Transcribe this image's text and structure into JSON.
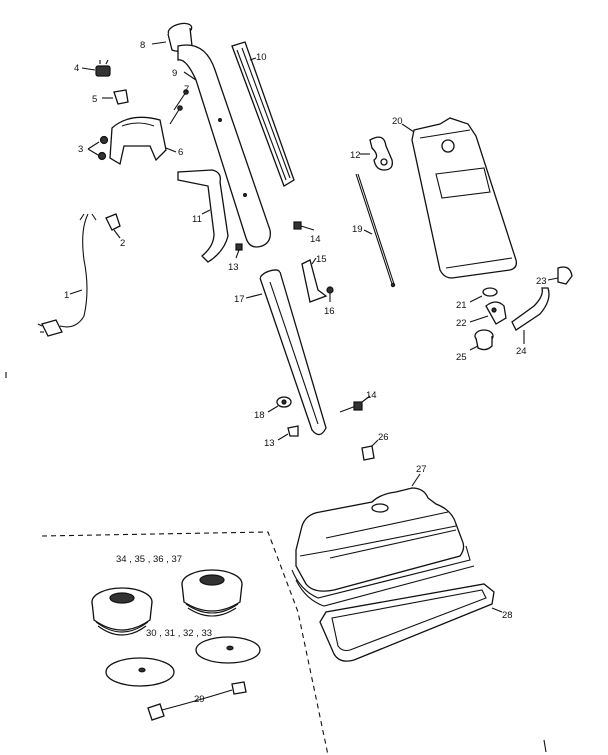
{
  "labels": {
    "p1": "1",
    "p2": "2",
    "p3": "3",
    "p4": "4",
    "p5": "5",
    "p6": "6",
    "p7": "7",
    "p8": "8",
    "p9": "9",
    "p10": "10",
    "p11": "11",
    "p12": "12",
    "p13a": "13",
    "p13b": "13",
    "p14a": "14",
    "p14b": "14",
    "p15": "15",
    "p16": "16",
    "p17": "17",
    "p18": "18",
    "p19": "19",
    "p20": "20",
    "p21": "21",
    "p22": "22",
    "p23": "23",
    "p24": "24",
    "p25": "25",
    "p26": "26",
    "p27": "27",
    "p28": "28",
    "p29": "29",
    "kit_brushes": "34 , 35 , 36 , 37",
    "kit_pads": "30 , 31 , 32 , 33"
  }
}
